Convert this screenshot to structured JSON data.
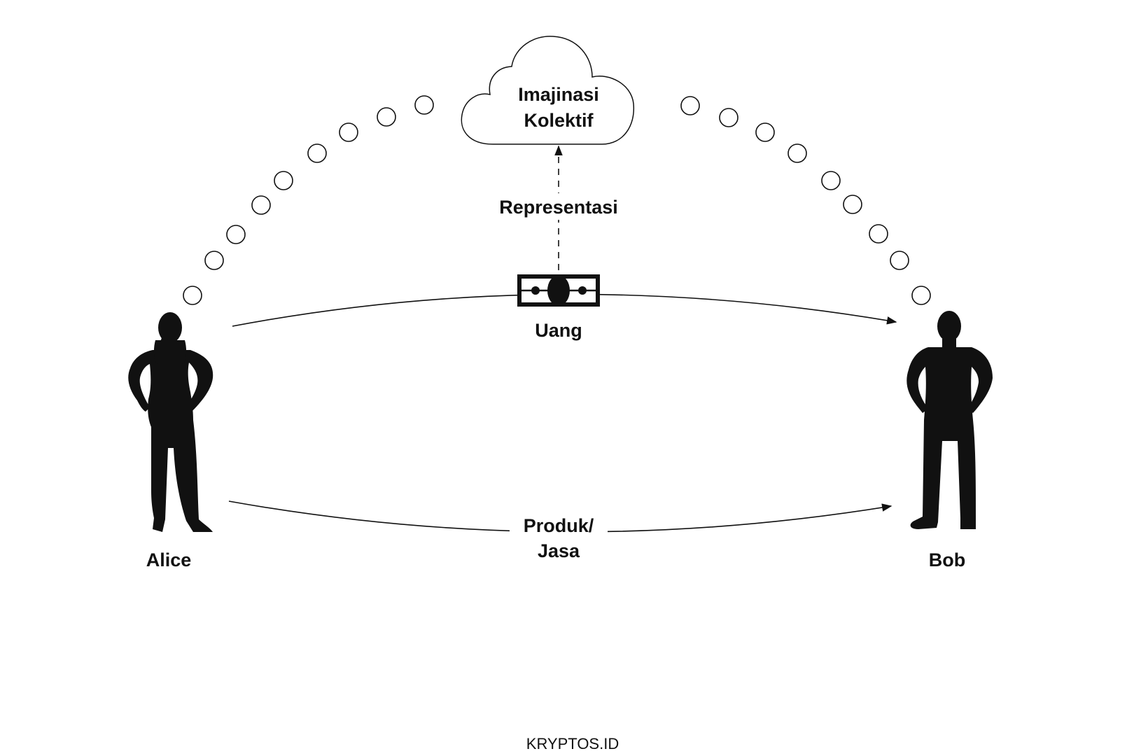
{
  "cloud": {
    "line1": "Imajinasi",
    "line2": "Kolektif"
  },
  "representation_label": "Representasi",
  "money_label": "Uang",
  "goods_label": {
    "line1": "Produk/",
    "line2": "Jasa"
  },
  "people": {
    "left": "Alice",
    "right": "Bob"
  },
  "footer": "KRYPTOS.ID",
  "icons": {
    "money": "banknote-icon",
    "left_person": "woman-silhouette-icon",
    "right_person": "man-silhouette-icon",
    "cloud": "cloud-icon"
  }
}
